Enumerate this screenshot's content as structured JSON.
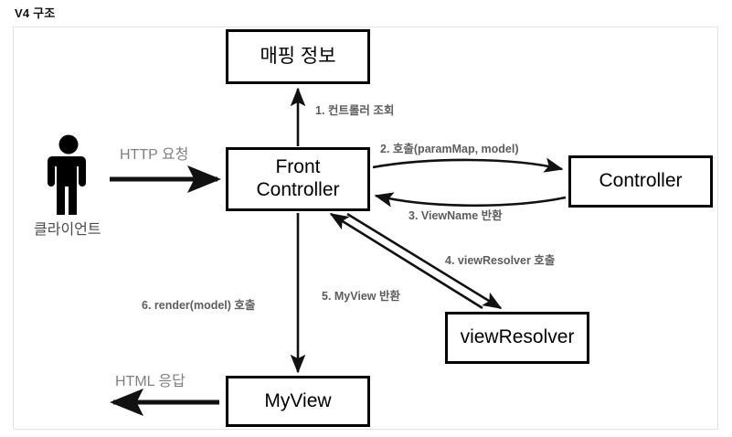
{
  "page": {
    "title": "V4 구조"
  },
  "diagram": {
    "type": "flow-sequence-diagram",
    "actor": {
      "name": "client-actor",
      "label": "클라이언트",
      "icon": "person-icon"
    },
    "nodes": [
      {
        "id": "mapping-info",
        "label": "매핑 정보",
        "lines": [
          "매핑 정보"
        ]
      },
      {
        "id": "front-controller",
        "label": "Front Controller",
        "lines": [
          "Front",
          "Controller"
        ]
      },
      {
        "id": "controller",
        "label": "Controller",
        "lines": [
          "Controller"
        ]
      },
      {
        "id": "view-resolver",
        "label": "viewResolver",
        "lines": [
          "viewResolver"
        ]
      },
      {
        "id": "my-view",
        "label": "MyView",
        "lines": [
          "MyView"
        ]
      }
    ],
    "io_labels": {
      "http_request": "HTTP 요청",
      "html_response": "HTML 응답"
    },
    "steps": [
      {
        "n": 1,
        "label": "1. 컨트롤러 조회",
        "from": "front-controller",
        "to": "mapping-info"
      },
      {
        "n": 2,
        "label": "2. 호출(paramMap, model)",
        "from": "front-controller",
        "to": "controller"
      },
      {
        "n": 3,
        "label": "3. ViewName 반환",
        "from": "controller",
        "to": "front-controller"
      },
      {
        "n": 4,
        "label": "4. viewResolver 호출",
        "from": "front-controller",
        "to": "view-resolver"
      },
      {
        "n": 5,
        "label": "5. MyView 반환",
        "from": "view-resolver",
        "to": "front-controller"
      },
      {
        "n": 6,
        "label": "6. render(model) 호출",
        "from": "front-controller",
        "to": "my-view"
      }
    ],
    "colors": {
      "node_border": "#000000",
      "node_fill": "#ffffff",
      "arrow": "#111111",
      "step_label": "#5c5c5c",
      "io_label": "#808080",
      "frame_border": "#e3e3e3",
      "title": "#111111"
    }
  }
}
